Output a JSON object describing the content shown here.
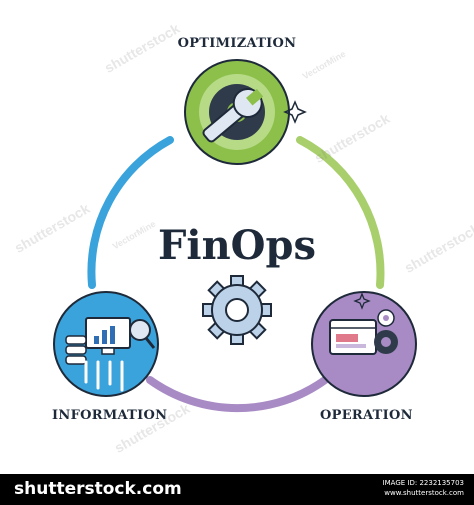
{
  "diagram": {
    "title": "FinOps",
    "nodes": [
      {
        "id": "optimization",
        "label": "OPTIMIZATION",
        "color": "#8cc04b"
      },
      {
        "id": "information",
        "label": "INFORMATION",
        "color": "#3aa3dc"
      },
      {
        "id": "operation",
        "label": "OPERATION",
        "color": "#a88bc4"
      }
    ],
    "ring_colors": {
      "top_to_left": "#3aa3dc",
      "top_to_right": "#a8cf6c",
      "left_to_right": "#a88bc4"
    }
  },
  "watermarks": {
    "text": "shutterstock",
    "artist": "VectorMine"
  },
  "footer": {
    "brand": "shutterstock.com",
    "image_id_line1": "IMAGE ID: 2232135703",
    "image_id_line2": "www.shutterstock.com"
  }
}
